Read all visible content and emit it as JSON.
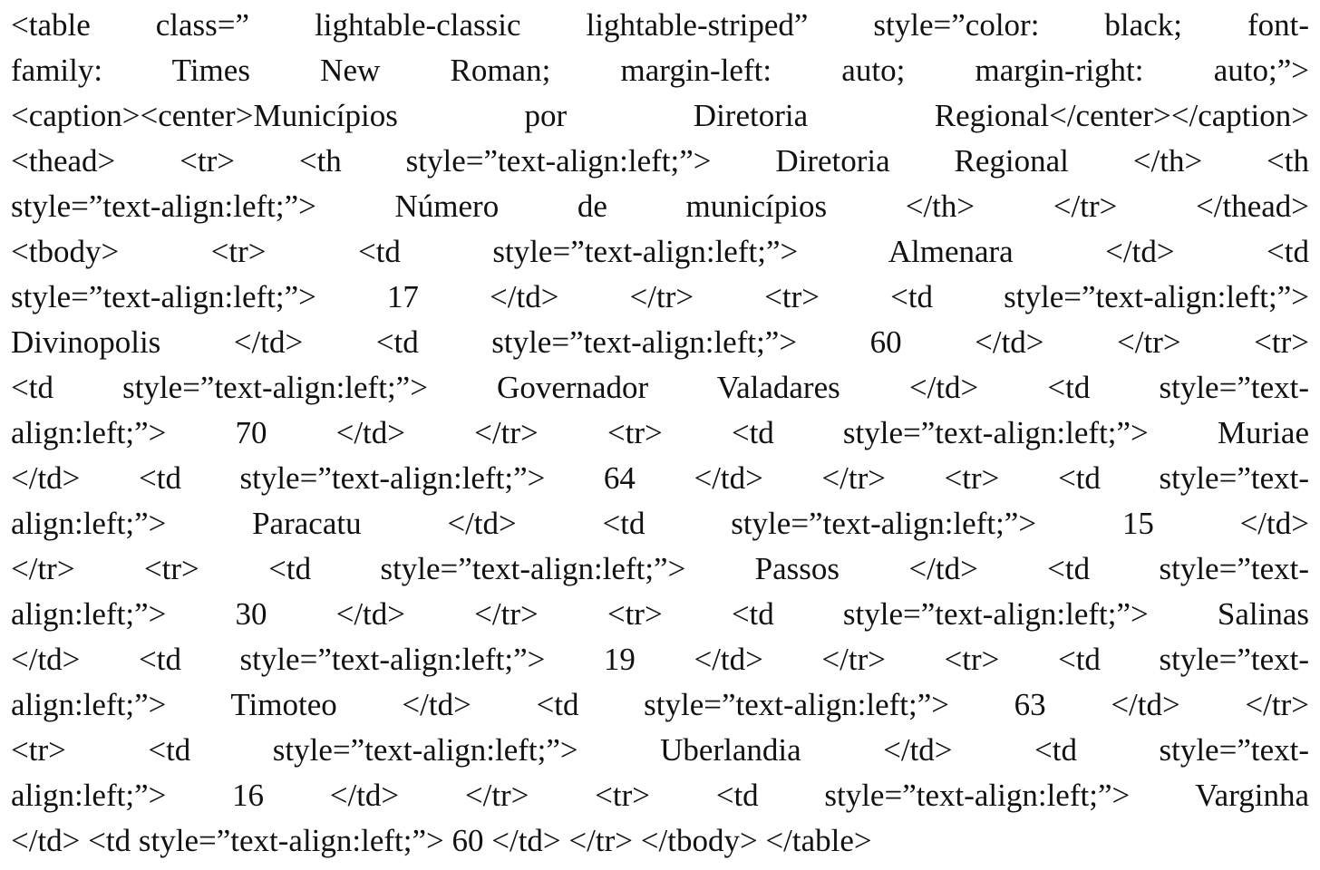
{
  "document": {
    "lines": [
      "<table class=” lightable-classic lightable-striped” style=”color: black; font-",
      "family: Times New Roman; margin-left: auto; margin-right: auto;”>",
      "<caption><center>Municípios por Diretoria Regional</center></caption>",
      "<thead> <tr> <th style=”text-align:left;”> Diretoria Regional </th> <th",
      "style=”text-align:left;”> Número de municípios </th> </tr> </thead>",
      "<tbody> <tr> <td style=”text-align:left;”> Almenara </td> <td",
      "style=”text-align:left;”> 17 </td> </tr> <tr> <td style=”text-align:left;”>",
      "Divinopolis </td> <td style=”text-align:left;”> 60 </td> </tr> <tr>",
      "<td style=”text-align:left;”> Governador Valadares </td> <td style=”text-",
      "align:left;”> 70 </td> </tr> <tr> <td style=”text-align:left;”> Muriae",
      "</td> <td style=”text-align:left;”> 64 </td> </tr> <tr> <td style=”text-",
      "align:left;”> Paracatu </td> <td style=”text-align:left;”> 15 </td>",
      "</tr> <tr> <td style=”text-align:left;”> Passos </td> <td style=”text-",
      "align:left;”> 30 </td> </tr> <tr> <td style=”text-align:left;”> Salinas",
      "</td> <td style=”text-align:left;”> 19 </td> </tr> <tr> <td style=”text-",
      "align:left;”> Timoteo </td> <td style=”text-align:left;”> 63 </td> </tr>",
      "<tr> <td style=”text-align:left;”> Uberlandia </td> <td style=”text-",
      "align:left;”> 16 </td> </tr> <tr> <td style=”text-align:left;”> Varginha",
      "</td> <td style=”text-align:left;”> 60 </td> </tr> </tbody> </table>"
    ]
  }
}
